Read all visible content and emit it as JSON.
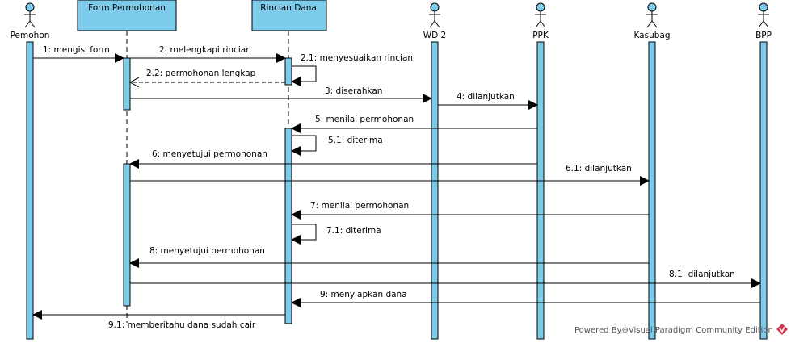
{
  "diagram": {
    "actors": [
      {
        "id": "pemohon",
        "label": "Pemohon"
      },
      {
        "id": "wd2",
        "label": "WD 2"
      },
      {
        "id": "ppk",
        "label": "PPK"
      },
      {
        "id": "kasubag",
        "label": "Kasubag"
      },
      {
        "id": "bpp",
        "label": "BPP"
      }
    ],
    "objects": [
      {
        "id": "form",
        "label": "Form Permohonan"
      },
      {
        "id": "rincian",
        "label": "Rincian Dana"
      }
    ],
    "messages": [
      {
        "id": "m1",
        "label": "1: mengisi form",
        "from": "pemohon",
        "to": "form",
        "kind": "sync"
      },
      {
        "id": "m2",
        "label": "2: melengkapi rincian",
        "from": "form",
        "to": "rincian",
        "kind": "sync"
      },
      {
        "id": "m21",
        "label": "2.1: menyesuaikan rincian",
        "from": "rincian",
        "to": "rincian",
        "kind": "self"
      },
      {
        "id": "m22",
        "label": "2.2: permohonan lengkap",
        "from": "rincian",
        "to": "form",
        "kind": "return"
      },
      {
        "id": "m3",
        "label": "3: diserahkan",
        "from": "form",
        "to": "wd2",
        "kind": "sync"
      },
      {
        "id": "m4",
        "label": "4: dilanjutkan",
        "from": "wd2",
        "to": "ppk",
        "kind": "sync"
      },
      {
        "id": "m5",
        "label": "5: menilai permohonan",
        "from": "ppk",
        "to": "rincian",
        "kind": "sync"
      },
      {
        "id": "m51",
        "label": "5.1: diterima",
        "from": "rincian",
        "to": "rincian",
        "kind": "self"
      },
      {
        "id": "m6",
        "label": "6: menyetujui permohonan",
        "from": "ppk",
        "to": "form",
        "kind": "sync"
      },
      {
        "id": "m61",
        "label": "6.1: dilanjutkan",
        "from": "form",
        "to": "kasubag",
        "kind": "sync"
      },
      {
        "id": "m7",
        "label": "7: menilai permohonan",
        "from": "kasubag",
        "to": "rincian",
        "kind": "sync"
      },
      {
        "id": "m71",
        "label": "7.1: diterima",
        "from": "rincian",
        "to": "rincian",
        "kind": "self"
      },
      {
        "id": "m8",
        "label": "8: menyetujui permohonan",
        "from": "kasubag",
        "to": "form",
        "kind": "sync"
      },
      {
        "id": "m81",
        "label": "8.1: dilanjutkan",
        "from": "form",
        "to": "bpp",
        "kind": "sync"
      },
      {
        "id": "m9",
        "label": "9: menyiapkan dana",
        "from": "bpp",
        "to": "rincian",
        "kind": "sync"
      },
      {
        "id": "m91",
        "label": "9.1: memberitahu dana sudah cair",
        "from": "rincian",
        "to": "pemohon",
        "kind": "sync"
      }
    ]
  },
  "watermark": "Powered By⊕Visual Paradigm Community Edition",
  "colors": {
    "lifeline_header": "#7DCBEB",
    "activation": "#7DCBEB",
    "stroke": "#000000",
    "watermark_logo": "#D0344B"
  }
}
